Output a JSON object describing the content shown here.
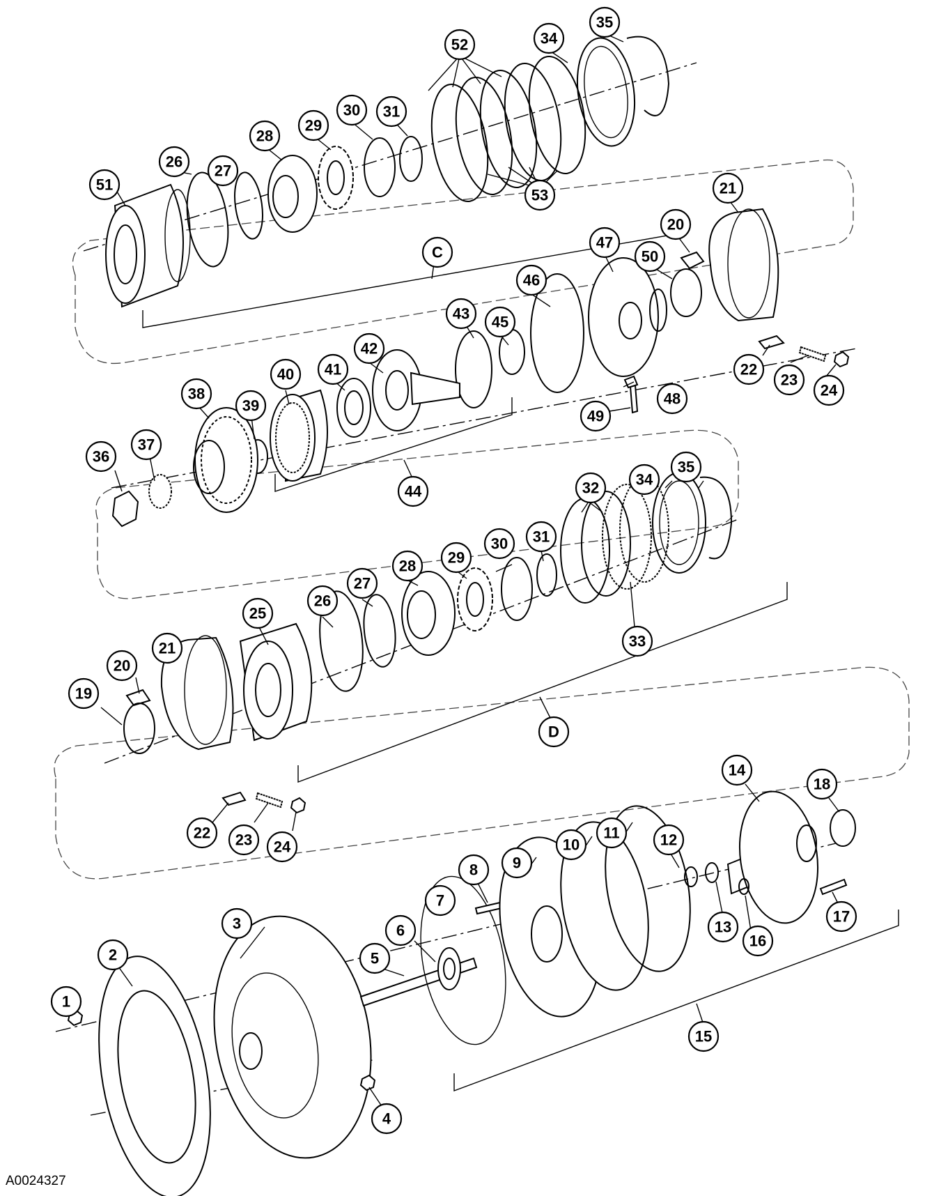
{
  "figure_code": "A0024327",
  "group_labels": [
    {
      "id": "C",
      "text": "C"
    },
    {
      "id": "D",
      "text": "D"
    }
  ],
  "callouts": [
    {
      "id": "c52",
      "text": "52"
    },
    {
      "id": "c34a",
      "text": "34"
    },
    {
      "id": "c35a",
      "text": "35"
    },
    {
      "id": "c30a",
      "text": "30"
    },
    {
      "id": "c31a",
      "text": "31"
    },
    {
      "id": "c29a",
      "text": "29"
    },
    {
      "id": "c28a",
      "text": "28"
    },
    {
      "id": "c26a",
      "text": "26"
    },
    {
      "id": "c27a",
      "text": "27"
    },
    {
      "id": "c51",
      "text": "51"
    },
    {
      "id": "c53",
      "text": "53"
    },
    {
      "id": "c21a",
      "text": "21"
    },
    {
      "id": "c20a",
      "text": "20"
    },
    {
      "id": "c47",
      "text": "47"
    },
    {
      "id": "c50",
      "text": "50"
    },
    {
      "id": "c46",
      "text": "46"
    },
    {
      "id": "c43",
      "text": "43"
    },
    {
      "id": "c45",
      "text": "45"
    },
    {
      "id": "c42",
      "text": "42"
    },
    {
      "id": "c41",
      "text": "41"
    },
    {
      "id": "c40",
      "text": "40"
    },
    {
      "id": "c39",
      "text": "39"
    },
    {
      "id": "c38",
      "text": "38"
    },
    {
      "id": "c36",
      "text": "36"
    },
    {
      "id": "c37",
      "text": "37"
    },
    {
      "id": "c44",
      "text": "44"
    },
    {
      "id": "c48",
      "text": "48"
    },
    {
      "id": "c49",
      "text": "49"
    },
    {
      "id": "c22a",
      "text": "22"
    },
    {
      "id": "c23a",
      "text": "23"
    },
    {
      "id": "c24a",
      "text": "24"
    },
    {
      "id": "c32",
      "text": "32"
    },
    {
      "id": "c34b",
      "text": "34"
    },
    {
      "id": "c35b",
      "text": "35"
    },
    {
      "id": "c30b",
      "text": "30"
    },
    {
      "id": "c31b",
      "text": "31"
    },
    {
      "id": "c29b",
      "text": "29"
    },
    {
      "id": "c28b",
      "text": "28"
    },
    {
      "id": "c27b",
      "text": "27"
    },
    {
      "id": "c26b",
      "text": "26"
    },
    {
      "id": "c25",
      "text": "25"
    },
    {
      "id": "c33",
      "text": "33"
    },
    {
      "id": "c20b",
      "text": "20"
    },
    {
      "id": "c21b",
      "text": "21"
    },
    {
      "id": "c19",
      "text": "19"
    },
    {
      "id": "c22b",
      "text": "22"
    },
    {
      "id": "c23b",
      "text": "23"
    },
    {
      "id": "c24b",
      "text": "24"
    },
    {
      "id": "c14",
      "text": "14"
    },
    {
      "id": "c18",
      "text": "18"
    },
    {
      "id": "c11",
      "text": "11"
    },
    {
      "id": "c10",
      "text": "10"
    },
    {
      "id": "c12",
      "text": "12"
    },
    {
      "id": "c9",
      "text": "9"
    },
    {
      "id": "c8",
      "text": "8"
    },
    {
      "id": "c7",
      "text": "7"
    },
    {
      "id": "c6",
      "text": "6"
    },
    {
      "id": "c13",
      "text": "13"
    },
    {
      "id": "c16",
      "text": "16"
    },
    {
      "id": "c17",
      "text": "17"
    },
    {
      "id": "c5",
      "text": "5"
    },
    {
      "id": "c3",
      "text": "3"
    },
    {
      "id": "c2",
      "text": "2"
    },
    {
      "id": "c1",
      "text": "1"
    },
    {
      "id": "c15",
      "text": "15"
    },
    {
      "id": "c4",
      "text": "4"
    }
  ]
}
